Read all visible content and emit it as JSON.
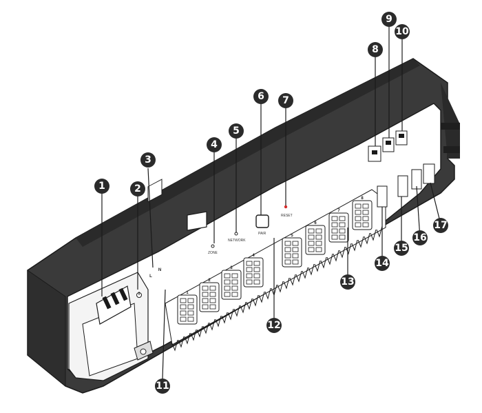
{
  "device": {
    "labels": {
      "zone": "ZONE",
      "network": "NETWORK",
      "pair": "PAIR",
      "reset": "RESET",
      "n": "N",
      "l": "L"
    },
    "zones": [
      "1",
      "2",
      "3",
      "4",
      "5",
      "6",
      "7",
      "8"
    ],
    "colors": {
      "housing": "#3a3a3a",
      "housing_dark": "#1f1f1f",
      "panel": "#ffffff",
      "outline": "#1a1a1a",
      "callout": "#2b2b2b",
      "reset_led": "#d62b2b"
    }
  },
  "callouts": [
    "1",
    "2",
    "3",
    "4",
    "5",
    "6",
    "7",
    "8",
    "9",
    "10",
    "11",
    "12",
    "13",
    "14",
    "15",
    "16",
    "17"
  ]
}
